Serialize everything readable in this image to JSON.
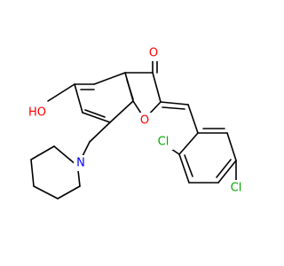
{
  "molecule": {
    "colors": {
      "bond": "#000000",
      "O": "#ff0000",
      "N": "#0000ff",
      "Cl": "#00aa00",
      "background": "#ffffff"
    },
    "atom_labels": {
      "carbonyl_oxygen": "O",
      "ring_oxygen": "O",
      "hydroxyl": "HO",
      "nitrogen": "N",
      "chlorine_ortho": "Cl",
      "chlorine_para": "Cl"
    }
  }
}
